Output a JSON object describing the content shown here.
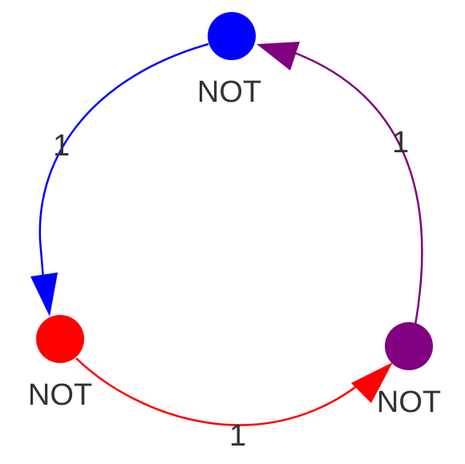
{
  "diagram": {
    "nodes": [
      {
        "id": "top",
        "label": "NOT",
        "color": "#0000ff"
      },
      {
        "id": "left",
        "label": "NOT",
        "color": "#ff0000"
      },
      {
        "id": "right",
        "label": "NOT",
        "color": "#800080"
      }
    ],
    "edges": [
      {
        "from": "top",
        "to": "left",
        "label": "1",
        "color": "#0000ff"
      },
      {
        "from": "left",
        "to": "right",
        "label": "1",
        "color": "#ff0000"
      },
      {
        "from": "right",
        "to": "top",
        "label": "1",
        "color": "#800080"
      }
    ]
  }
}
